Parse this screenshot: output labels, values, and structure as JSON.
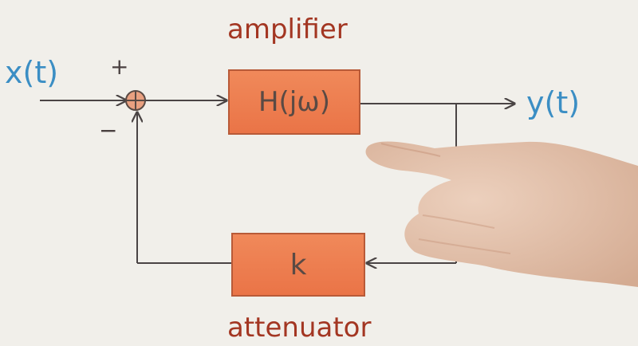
{
  "labels": {
    "input": "x(t)",
    "plus": "+",
    "minus": "−",
    "output": "y(t)",
    "amplifier_caption": "amplifier",
    "attenuator_caption": "attenuator"
  },
  "blocks": {
    "amplifier": "H(jω)",
    "attenuator": "k"
  },
  "colors": {
    "background": "#f1efea",
    "block_fill": "#ea7447",
    "caption_red": "#a33622",
    "signal_blue": "#3b8ec4",
    "line_color": "#4a4444"
  }
}
